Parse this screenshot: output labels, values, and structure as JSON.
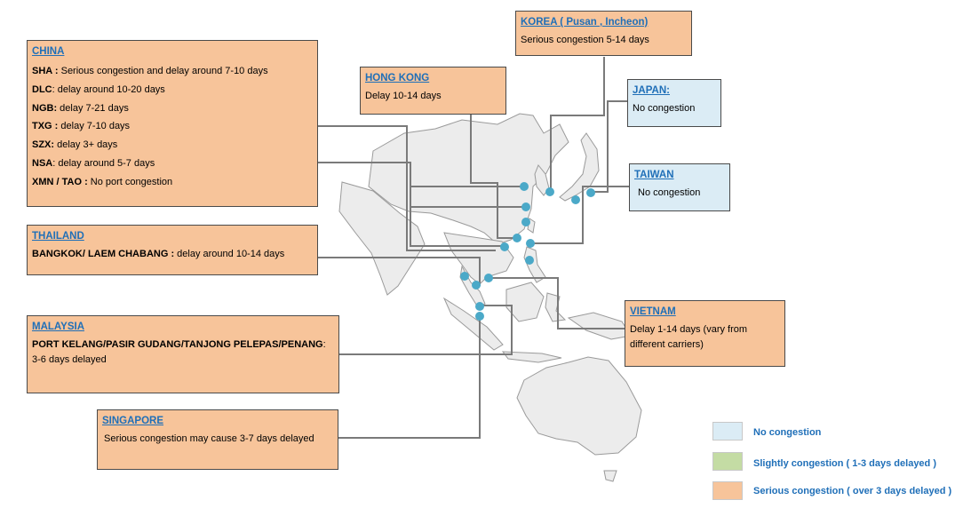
{
  "colors": {
    "serious": "#f7c49a",
    "none": "#dbecf5",
    "slight": "#c4dca4",
    "title": "#1f6fb8",
    "dot": "#4ba9c8",
    "leader": "#7a7a7a"
  },
  "china": {
    "title": "CHINA",
    "rows": [
      {
        "code": "SHA :",
        "text": " Serious congestion and delay around 7-10 days"
      },
      {
        "code": "DLC",
        "text": ": delay around 10-20 days"
      },
      {
        "code": "NGB:",
        "text": " delay 7-21 days"
      },
      {
        "code": "TXG :",
        "text": " delay 7-10 days"
      },
      {
        "code": "SZX:",
        "text": " delay 3+ days"
      },
      {
        "code": "NSA",
        "text": ": delay around 5-7 days"
      },
      {
        "code": "XMN / TAO :",
        "text": "  No port congestion"
      }
    ]
  },
  "hongkong": {
    "title": "HONG KONG",
    "text": "Delay 10-14 days"
  },
  "korea": {
    "title": "KOREA ( Pusan , Incheon)",
    "text": "Serious congestion 5-14 days"
  },
  "japan": {
    "title": "JAPAN:",
    "text": "No congestion"
  },
  "taiwan": {
    "title": "TAIWAN",
    "text": "No congestion"
  },
  "thailand": {
    "title": "THAILAND",
    "code": "BANGKOK/ LAEM CHABANG :",
    "text": " delay around 10-14 days"
  },
  "malaysia": {
    "title": "MALAYSIA",
    "code": "PORT KELANG/PASIR GUDANG/TANJONG PELEPAS/PENANG",
    "text": ":",
    "text2": "3-6 days delayed"
  },
  "vietnam": {
    "title": "VIETNAM",
    "text": "Delay 1-14 days (vary from different carriers)"
  },
  "singapore": {
    "title": "SINGAPORE",
    "text": "Serious congestion may cause 3-7 days delayed"
  },
  "legend": [
    {
      "label": "No congestion",
      "color": "#dbecf5"
    },
    {
      "label": "Slightly congestion ( 1-3 days delayed )",
      "color": "#c4dca4"
    },
    {
      "label": "Serious congestion ( over 3 days delayed )",
      "color": "#f7c49a"
    }
  ]
}
